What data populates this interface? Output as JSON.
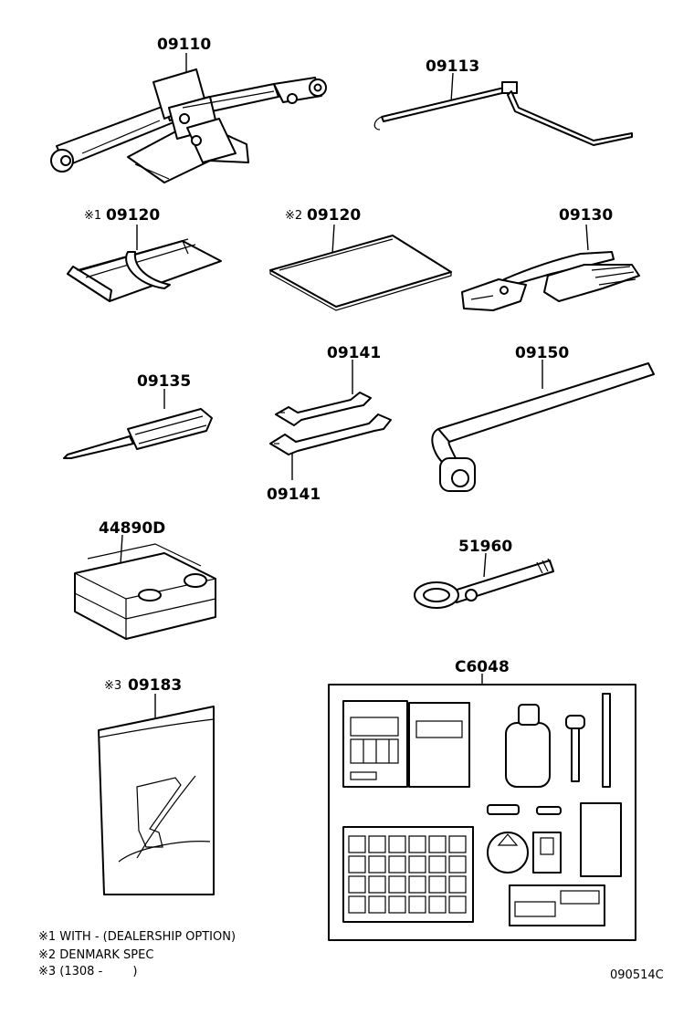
{
  "parts": {
    "jack": "09110",
    "jack_handle": "09113",
    "tool_bag_1": "09120",
    "tool_bag_2": "09120",
    "pliers": "09130",
    "screwdriver": "09135",
    "wrench_top": "09141",
    "wrench_bottom": "09141",
    "wheel_wrench": "09150",
    "repair_kit": "44890D",
    "towing_eye": "51960",
    "warning_plate": "09183",
    "repair_set": "C6048"
  },
  "marks": {
    "m1": "※1",
    "m2": "※2",
    "m3": "※3"
  },
  "notes": {
    "n1": "※1 WITH - (DEALERSHIP OPTION)",
    "n2": "※2 DENMARK SPEC",
    "n3": "※3 (1308 -        )"
  },
  "diagram_code": "090514C"
}
